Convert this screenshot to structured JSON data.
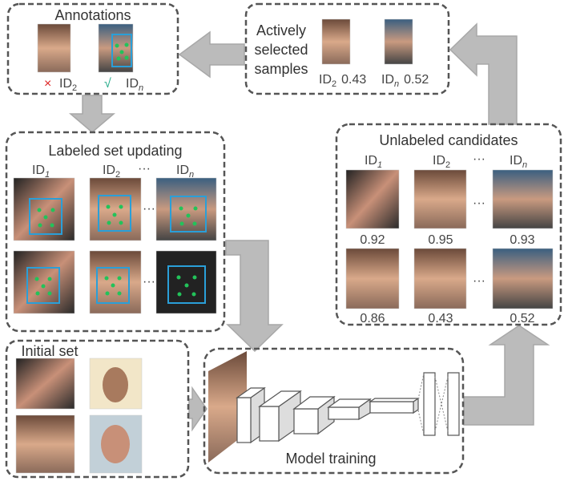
{
  "annotations": {
    "title": "Annotations",
    "items": [
      {
        "mark": "×",
        "id": "ID",
        "sub": "2",
        "mark_color": "#d22"
      },
      {
        "mark": "√",
        "id": "ID",
        "sub": "n",
        "mark_color": "#2a8"
      }
    ]
  },
  "selected": {
    "title_lines": [
      "Actively",
      "selected",
      "samples"
    ],
    "items": [
      {
        "id": "ID",
        "sub": "2",
        "score": "0.43"
      },
      {
        "id": "ID",
        "sub": "n",
        "score": "0.52"
      }
    ]
  },
  "labeled": {
    "title": "Labeled set updating",
    "ids": [
      {
        "id": "ID",
        "sub": "1"
      },
      {
        "id": "ID",
        "sub": "2"
      },
      {
        "id": "ID",
        "sub": "n"
      }
    ],
    "ellipsis": "···"
  },
  "initial": {
    "title": "Initial set"
  },
  "model": {
    "title": "Model training"
  },
  "unlabeled": {
    "title": "Unlabeled candidates",
    "ids": [
      {
        "id": "ID",
        "sub": "1"
      },
      {
        "id": "ID",
        "sub": "2"
      },
      {
        "id": "ID",
        "sub": "n"
      }
    ],
    "ellipsis": "···",
    "scores_row1": [
      "0.92",
      "0.95",
      "0.93"
    ],
    "scores_row2": [
      "0.86",
      "0.43",
      "0.52"
    ]
  },
  "colors": {
    "arrow": "#bbbbbb",
    "bbox": "#2a9fd8",
    "landmark": "#22c35a"
  }
}
